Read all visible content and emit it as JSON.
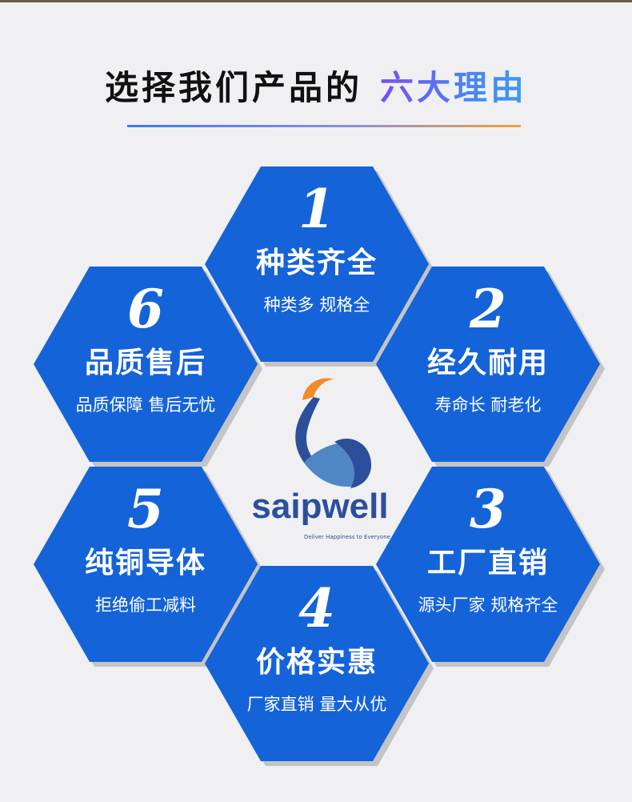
{
  "title": {
    "main": "选择我们产品的",
    "accent": "六大理由"
  },
  "brand": {
    "name": "saipwell",
    "slogan": "Deliver Happiness to Everyone"
  },
  "reasons": [
    {
      "num": "1",
      "head": "种类齐全",
      "sub": "种类多 规格全"
    },
    {
      "num": "2",
      "head": "经久耐用",
      "sub": "寿命长 耐老化"
    },
    {
      "num": "3",
      "head": "工厂直销",
      "sub": "源头厂家 规格齐全"
    },
    {
      "num": "4",
      "head": "价格实惠",
      "sub": "厂家直销 量大从优"
    },
    {
      "num": "5",
      "head": "纯铜导体",
      "sub": "拒绝偷工减料"
    },
    {
      "num": "6",
      "head": "品质售后",
      "sub": "品质保障 售后无忧"
    }
  ],
  "colors": {
    "hex": "#1563d8",
    "logo_blue": "#2c4f9a",
    "logo_orange": "#f08a2a"
  }
}
